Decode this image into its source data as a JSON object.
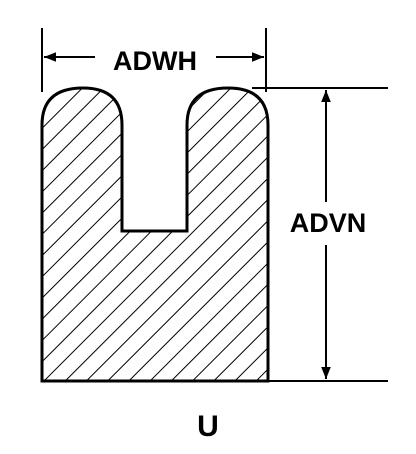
{
  "dimensions": {
    "width_label": "ADWH",
    "height_label": "ADVN"
  },
  "shape_label": "U"
}
